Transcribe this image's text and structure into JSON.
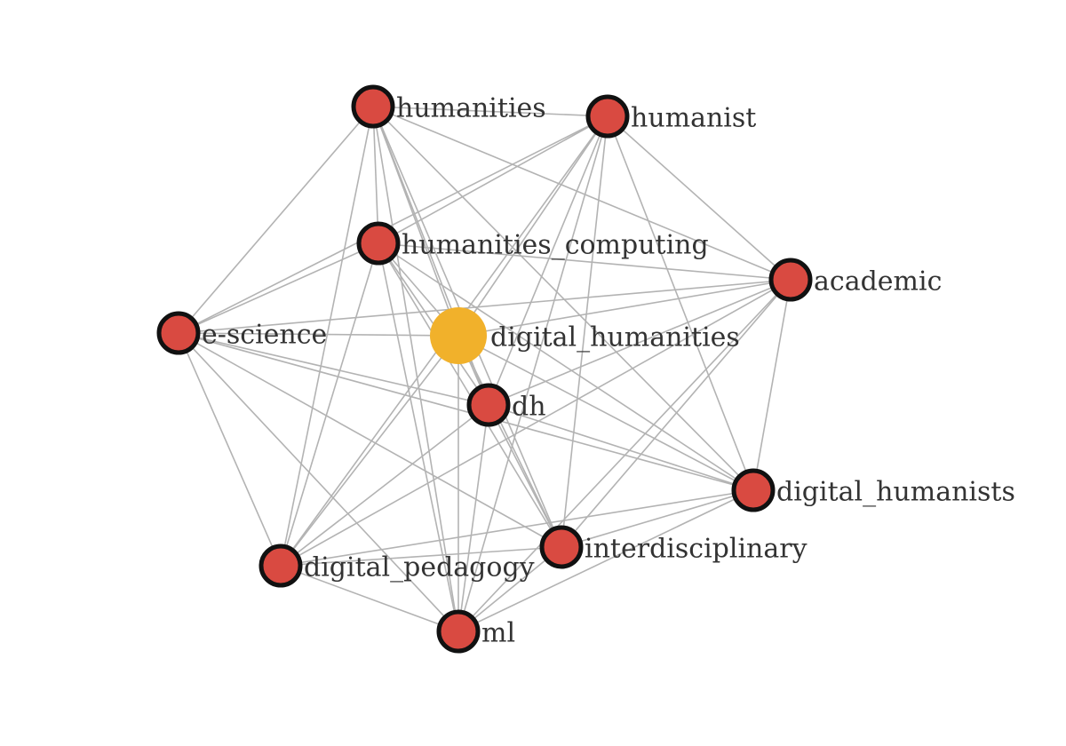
{
  "colors": {
    "edge": "#b3b3b3",
    "node_fill": "#d94a41",
    "node_stroke": "#111111",
    "center_fill": "#f1b12b",
    "label": "#333333"
  },
  "nodes": [
    {
      "id": "digital_humanities",
      "label": "digital_humanities",
      "center": true
    },
    {
      "id": "humanities",
      "label": "humanities"
    },
    {
      "id": "humanist",
      "label": "humanist"
    },
    {
      "id": "humanities_computing",
      "label": "humanities_computing"
    },
    {
      "id": "academic",
      "label": "academic"
    },
    {
      "id": "e-science",
      "label": "e-science"
    },
    {
      "id": "dh",
      "label": "dh"
    },
    {
      "id": "digital_humanists",
      "label": "digital_humanists"
    },
    {
      "id": "interdisciplinary",
      "label": "interdisciplinary"
    },
    {
      "id": "digital_pedagogy",
      "label": "digital_pedagogy"
    },
    {
      "id": "ml",
      "label": "ml"
    }
  ],
  "edges": [
    [
      "humanities",
      "humanist"
    ],
    [
      "humanities",
      "humanities_computing"
    ],
    [
      "humanities",
      "academic"
    ],
    [
      "humanities",
      "e-science"
    ],
    [
      "humanities",
      "dh"
    ],
    [
      "humanities",
      "digital_humanists"
    ],
    [
      "humanities",
      "interdisciplinary"
    ],
    [
      "humanities",
      "digital_pedagogy"
    ],
    [
      "humanities",
      "ml"
    ],
    [
      "humanities",
      "digital_humanities"
    ],
    [
      "humanist",
      "humanities_computing"
    ],
    [
      "humanist",
      "academic"
    ],
    [
      "humanist",
      "e-science"
    ],
    [
      "humanist",
      "dh"
    ],
    [
      "humanist",
      "digital_humanists"
    ],
    [
      "humanist",
      "interdisciplinary"
    ],
    [
      "humanist",
      "digital_pedagogy"
    ],
    [
      "humanist",
      "ml"
    ],
    [
      "humanist",
      "digital_humanities"
    ],
    [
      "humanities_computing",
      "academic"
    ],
    [
      "humanities_computing",
      "e-science"
    ],
    [
      "humanities_computing",
      "dh"
    ],
    [
      "humanities_computing",
      "digital_humanists"
    ],
    [
      "humanities_computing",
      "interdisciplinary"
    ],
    [
      "humanities_computing",
      "digital_pedagogy"
    ],
    [
      "humanities_computing",
      "ml"
    ],
    [
      "humanities_computing",
      "digital_humanities"
    ],
    [
      "academic",
      "e-science"
    ],
    [
      "academic",
      "dh"
    ],
    [
      "academic",
      "digital_humanists"
    ],
    [
      "academic",
      "interdisciplinary"
    ],
    [
      "academic",
      "digital_pedagogy"
    ],
    [
      "academic",
      "ml"
    ],
    [
      "academic",
      "digital_humanities"
    ],
    [
      "e-science",
      "dh"
    ],
    [
      "e-science",
      "digital_humanists"
    ],
    [
      "e-science",
      "interdisciplinary"
    ],
    [
      "e-science",
      "digital_pedagogy"
    ],
    [
      "e-science",
      "ml"
    ],
    [
      "e-science",
      "digital_humanities"
    ],
    [
      "dh",
      "digital_humanists"
    ],
    [
      "dh",
      "interdisciplinary"
    ],
    [
      "dh",
      "digital_pedagogy"
    ],
    [
      "dh",
      "ml"
    ],
    [
      "dh",
      "digital_humanities"
    ],
    [
      "digital_humanists",
      "interdisciplinary"
    ],
    [
      "digital_humanists",
      "digital_pedagogy"
    ],
    [
      "digital_humanists",
      "ml"
    ],
    [
      "digital_humanists",
      "digital_humanities"
    ],
    [
      "interdisciplinary",
      "digital_pedagogy"
    ],
    [
      "interdisciplinary",
      "ml"
    ],
    [
      "interdisciplinary",
      "digital_humanities"
    ],
    [
      "digital_pedagogy",
      "ml"
    ],
    [
      "digital_pedagogy",
      "digital_humanities"
    ],
    [
      "ml",
      "digital_humanities"
    ]
  ]
}
